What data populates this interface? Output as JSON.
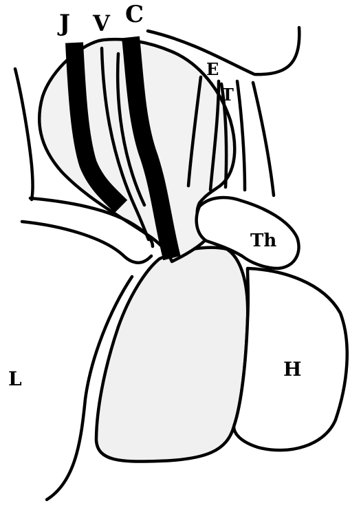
{
  "colors": {
    "background": "#ffffff",
    "line": "#000000",
    "organ_fill": "#f0f0f0"
  },
  "labels": {
    "j": "J",
    "v": "V",
    "c": "C",
    "e": "E",
    "t": "T",
    "th": "Th",
    "l": "L",
    "h": "H"
  }
}
